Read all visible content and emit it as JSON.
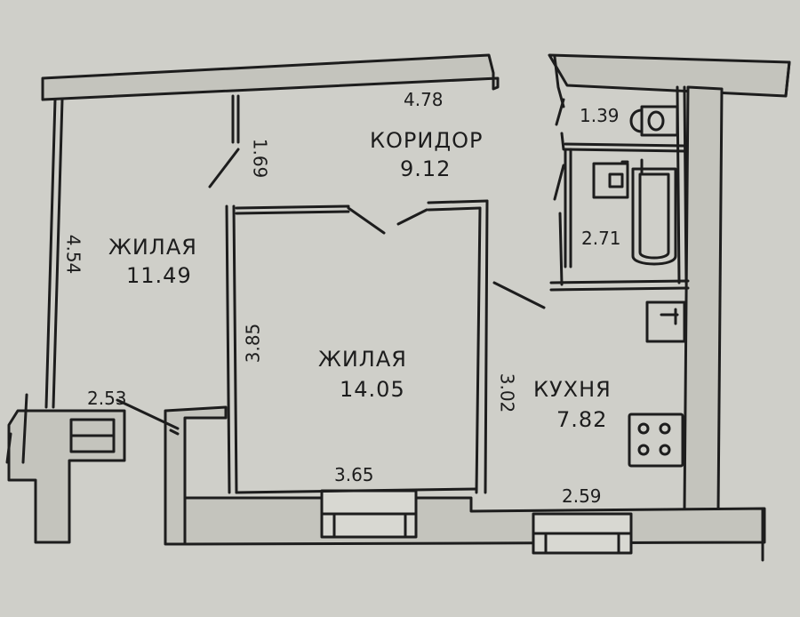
{
  "colors": {
    "paper": "#cfcfc9",
    "ink": "#1d1d1d",
    "wall_fill": "#c4c4bd"
  },
  "rooms": {
    "corridor": {
      "name": "КОРИДОР",
      "area": "9.12"
    },
    "living_left": {
      "name": "ЖИЛАЯ",
      "area": "11.49"
    },
    "living_center": {
      "name": "ЖИЛАЯ",
      "area": "14.05"
    },
    "kitchen": {
      "name": "КУХНЯ",
      "area": "7.82"
    },
    "toilet": {
      "area": "1.39"
    },
    "bathroom": {
      "area": "2.71"
    }
  },
  "dimensions": {
    "corridor_length": "4.78",
    "corridor_width": "1.69",
    "left_room_length": "4.54",
    "center_room_depth": "3.85",
    "center_room_width": "3.65",
    "kitchen_depth": "3.02",
    "kitchen_width": "2.59",
    "balcony": "2.53"
  }
}
